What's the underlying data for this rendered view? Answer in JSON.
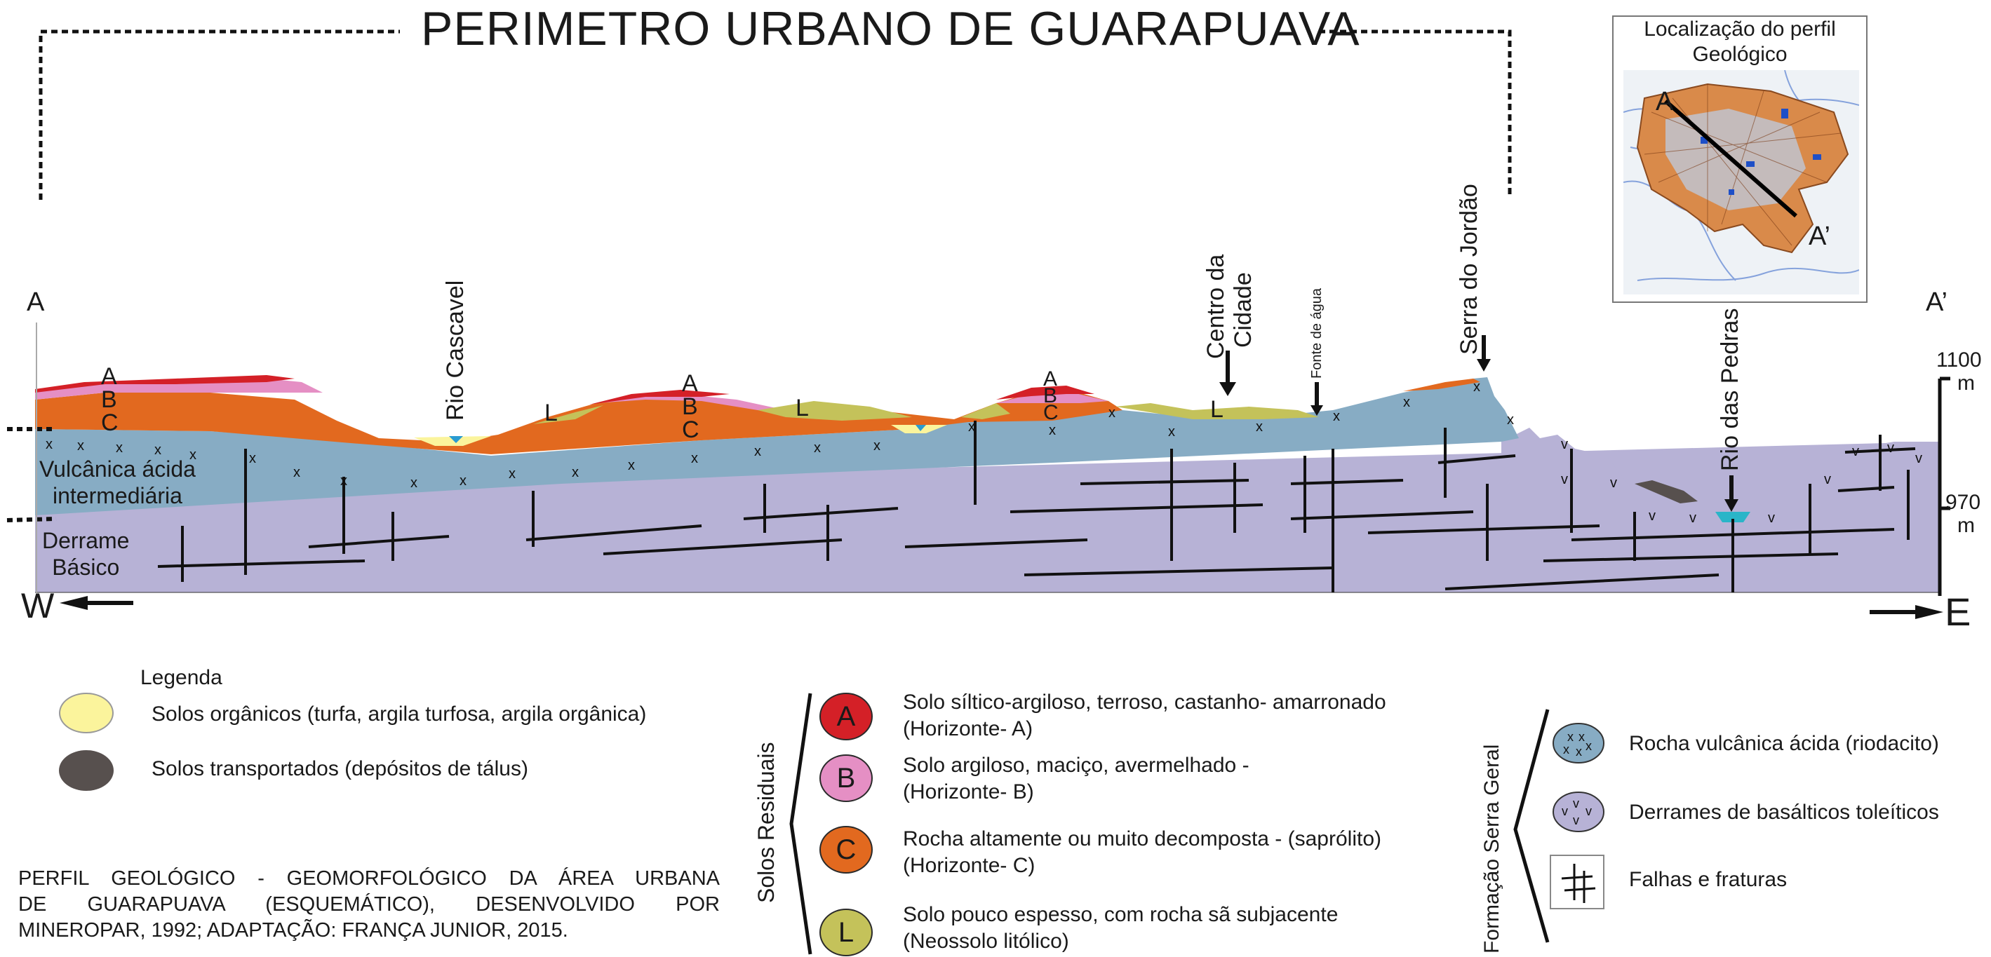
{
  "title": "PERIMETRO URBANO DE GUARAPUAVA",
  "inset": {
    "title_line1": "Localização do perfil",
    "title_line2": "Geológico",
    "label_a": "A",
    "label_a_prime": "A’"
  },
  "profile": {
    "end_left": "A",
    "end_right": "A’",
    "west": "W",
    "east": "E",
    "horizon_letters": [
      "A",
      "B",
      "C"
    ],
    "label_l": "L",
    "rio_cascavel": "Rio Cascavel",
    "centro_line1": "Centro da",
    "centro_line2": "Cidade",
    "fonte": "Fonte de água",
    "serra_jordao": "Serra do Jordão",
    "rio_pedras": "Rio das Pedras",
    "vulcanica_line1": "Vulcânica ácida",
    "vulcanica_line2": "intermediária",
    "derrame_line1": "Derrame",
    "derrame_line2": "Básico",
    "elev_1100": "1100",
    "elev_970": "970",
    "elev_unit": "m"
  },
  "legend": {
    "heading": "Legenda",
    "organic": "Solos orgânicos (turfa, argila turfosa, argila orgânica)",
    "transported": "Solos transportados (depósitos de tálus)",
    "residual_group": "Solos Residuais",
    "items": [
      {
        "key": "A",
        "line1": "Solo síltico-argiloso, terroso, castanho- amarronado",
        "line2": "(Horizonte- A)",
        "color": "#d42027"
      },
      {
        "key": "B",
        "line1": "Solo argiloso, maciço, avermelhado -",
        "line2": "(Horizonte- B)",
        "color": "#e58fc4"
      },
      {
        "key": "C",
        "line1": "Rocha altamente ou muito decomposta - (saprólito)",
        "line2": "(Horizonte- C)",
        "color": "#e2691f"
      },
      {
        "key": "L",
        "line1": "Solo pouco espesso, com rocha sã subjacente",
        "line2": "(Neossolo litólico)",
        "color": "#c4c25a"
      }
    ],
    "formation_group": "Formação Serra Geral",
    "rock_acid": "Rocha vulcânica ácida (riodacito)",
    "rock_basalt": "Derrames de basálticos toleíticos",
    "faults": "Falhas e fraturas",
    "colors": {
      "organic": "#fbf49c",
      "transported": "#57504e",
      "acid_rock": "#87acc4",
      "basalt": "#b7b2d6"
    }
  },
  "citation": {
    "line1": "PERFIL GEOLÓGICO - GEOMORFOLÓGICO DA ÁREA URBANA",
    "line2": "DE GUARAPUAVA (ESQUEMÁTICO), DESENVOLVIDO POR",
    "line3": "MINEROPAR, 1992; ADAPTAÇÃO: FRANÇA JUNIOR, 2015."
  }
}
